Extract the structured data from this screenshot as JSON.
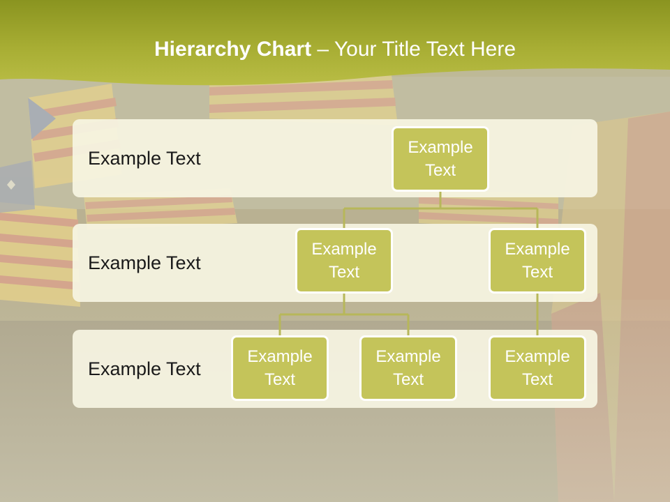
{
  "title": {
    "bold": "Hierarchy Chart",
    "rest": " – Your Title Text Here"
  },
  "tiers": [
    {
      "label": "Example Text"
    },
    {
      "label": "Example Text"
    },
    {
      "label": "Example Text"
    }
  ],
  "nodes": {
    "root": "Example Text",
    "level2_left": "Example Text",
    "level2_right": "Example Text",
    "level3_a": "Example Text",
    "level3_b": "Example Text",
    "level3_c": "Example Text"
  },
  "colors": {
    "header_green": "#a9ac3a",
    "node_fill": "#c4c45a",
    "connector": "#b7b75a",
    "tier_fill": "#f6f4e2"
  }
}
